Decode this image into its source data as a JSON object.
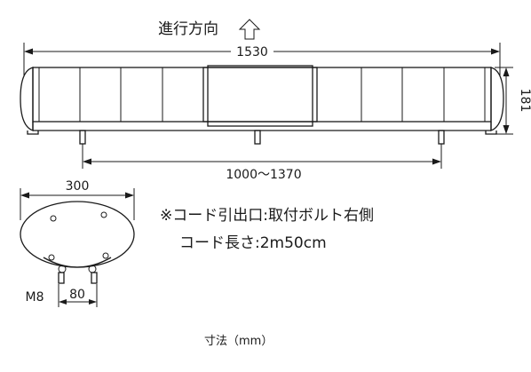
{
  "direction_label": "進行方向",
  "direction_icon": "up-arrow-outline-icon",
  "dims": {
    "overall_length": "1530",
    "height": "181",
    "mount_span": "1000～1370",
    "end_width": "300",
    "bolt_spacing": "80",
    "bolt_size": "M8"
  },
  "notes": {
    "cord_outlet": "※コード引出口:取付ボルト右側",
    "cord_length": "コード長さ:2m50cm"
  },
  "caption": "寸法（mm）"
}
